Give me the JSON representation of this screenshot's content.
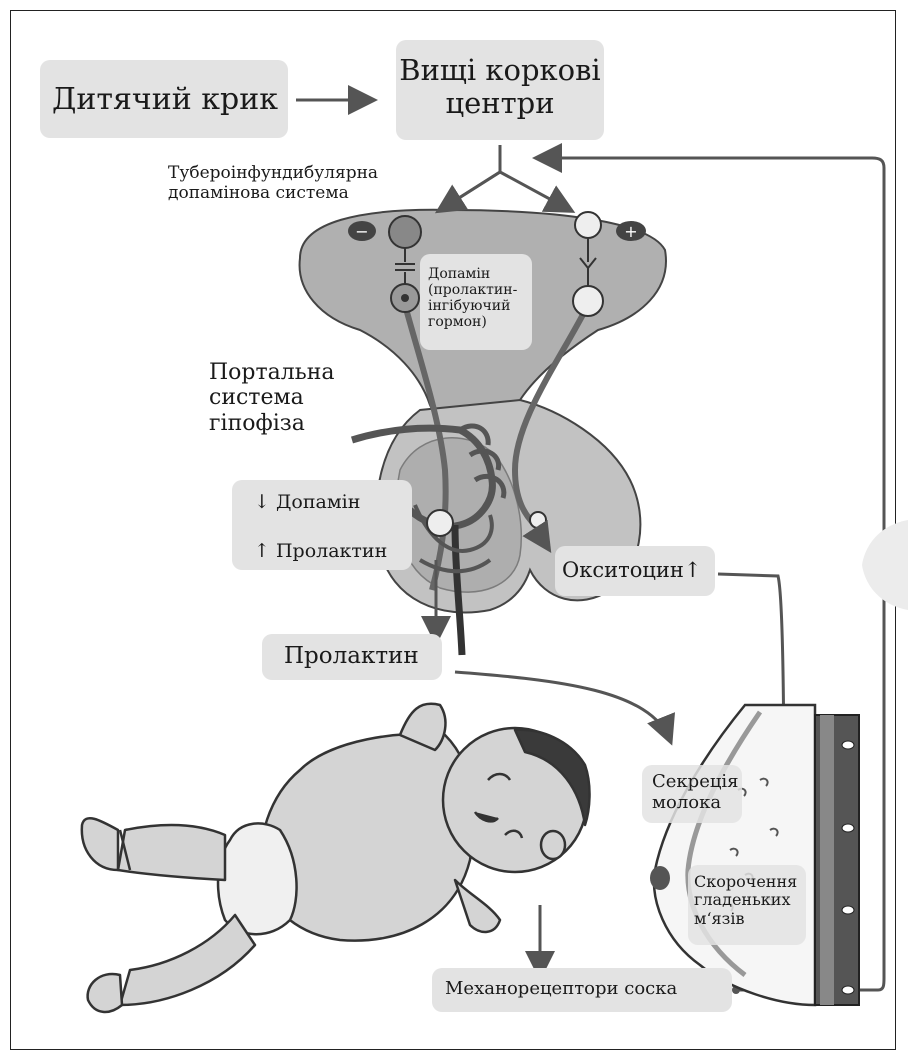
{
  "labels": {
    "baby_cry": "Дитячий крик",
    "higher_centers": "Вищі коркові центри",
    "tuberoinfundibular": "Тубероінфундибулярна допамінова система",
    "dopamine_hormone": "Допамін (пролактин-інгібуючий гормон)",
    "portal_system": "Портальна система гіпофіза",
    "dopamine_down": "↓ Допамін",
    "prolactin_up": "↑ Пролактин",
    "oxytocin_up": "Окситоцин↑",
    "prolactin": "Пролактин",
    "milk_secretion": "Секреція молока",
    "smooth_muscle_contraction": "Скорочення гладеньких м‘язів",
    "nipple_mechanoreceptors": "Механорецептори соска",
    "minus_sign": "−",
    "plus_sign": "+"
  },
  "colors": {
    "hypothalamus_fill": "#b0b0b0",
    "pituitary_fill": "#c2c2c2",
    "label_box": "#e3e3e3",
    "stroke": "#555555"
  }
}
